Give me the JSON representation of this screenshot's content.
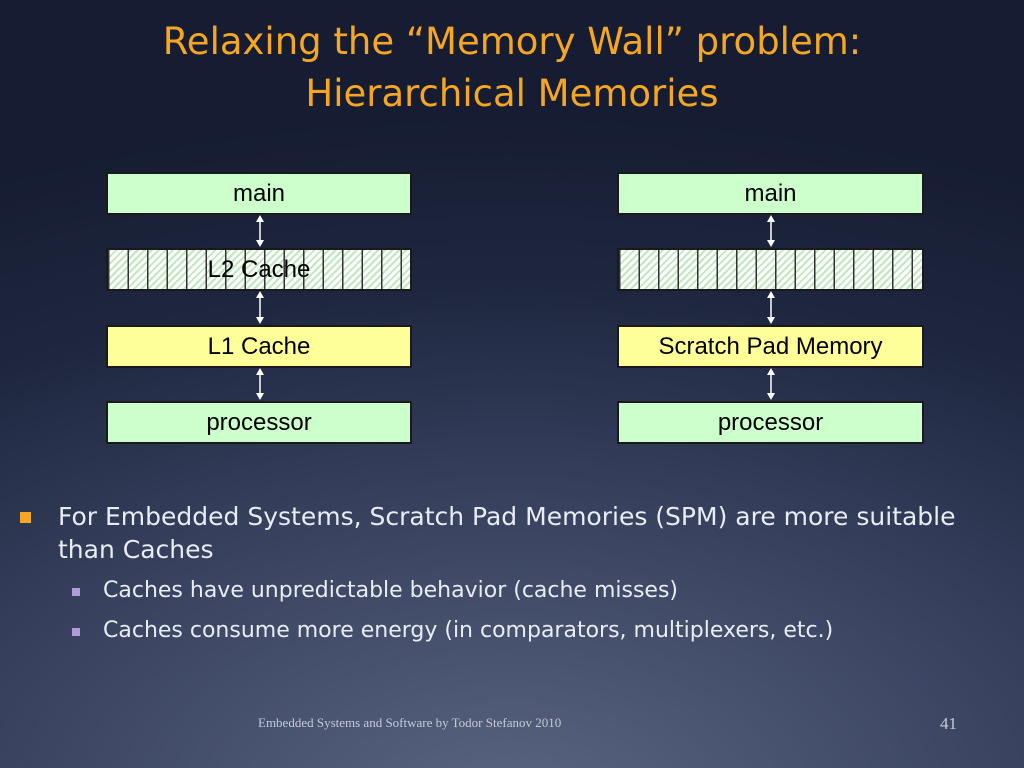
{
  "title": {
    "line1": "Relaxing the “Memory Wall” problem:",
    "line2": "Hierarchical Memories"
  },
  "left_stack": {
    "main": "main",
    "l2": "L2 Cache",
    "l1": "L1 Cache",
    "processor": "processor"
  },
  "right_stack": {
    "main": "main",
    "spm": "Scratch Pad Memory",
    "processor": "processor"
  },
  "bullets": {
    "main": "For Embedded Systems, Scratch Pad Memories (SPM) are more suitable than Caches",
    "sub1": "Caches have unpredictable behavior (cache misses)",
    "sub2": "Caches consume more energy (in comparators, multiplexers, etc.)"
  },
  "footer": {
    "text": "Embedded Systems and Software by Todor Stefanov 2010",
    "page": "41"
  },
  "colors": {
    "title": "#f5a623",
    "box_green": "#ccffcc",
    "box_yellow": "#ffff99",
    "bullet_main": "#f5a623",
    "bullet_sub": "#b49ad8"
  }
}
